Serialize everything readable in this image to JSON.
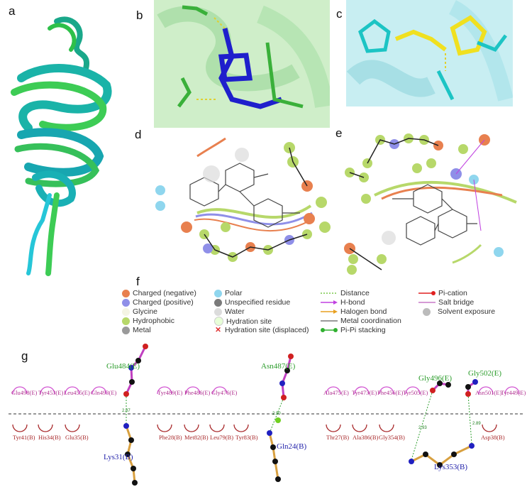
{
  "panels": {
    "a": "a",
    "b": "b",
    "c": "c",
    "d": "d",
    "e": "e",
    "f": "f",
    "g": "g"
  },
  "legend": {
    "col1": [
      "Charged (negative)",
      "Charged (positive)",
      "Glycine",
      "Hydrophobic",
      "Metal"
    ],
    "col2": [
      "Polar",
      "Unspecified residue",
      "Water",
      "Hydration site",
      "Hydration site (displaced)"
    ],
    "col3": [
      "Distance",
      "H-bond",
      "Halogen bond",
      "Metal coordination",
      "Pi-Pi stacking"
    ],
    "col4": [
      "Pi-cation",
      "Salt bridge",
      "Solvent exposure"
    ],
    "colors": {
      "negative": "#e8804f",
      "positive": "#8f8fe8",
      "glycine": "#f4f4e4",
      "hydrophobic": "#b7d86a",
      "metal": "#9a9a9a",
      "polar": "#8fd6ee",
      "unspecified": "#7a7a7a",
      "water": "#dcdcdc",
      "hydration": "#e8ffd8",
      "displaced": "#e03030",
      "distance": "#7ac84a",
      "hbond": "#c040e0",
      "halogen": "#e8a020",
      "metalcoord": "#9a9a9a",
      "pipi": "#30b030",
      "picat": "#e02020",
      "salt": "#c878c8",
      "solvent": "#bbbbbb"
    }
  },
  "panel_g": {
    "top_residues": [
      "Glu498(E)",
      "Tyr453(E)",
      "Leu455(E)",
      "Gln493(E)",
      "Tyr489(E)",
      "Phe486(E)",
      "Gly476(E)",
      "Ala475(E)",
      "Tyr473(E)",
      "Phe456(E)",
      "Tyr505(E)",
      "Asn501(E)",
      "Tyr449(E)"
    ],
    "bottom_residues": [
      "Tyr41(B)",
      "His34(B)",
      "Glu35(B)",
      "Phe28(B)",
      "Met82(B)",
      "Leu79(B)",
      "Tyr83(B)",
      "Thr27(B)",
      "Ala386(B)",
      "Gly354(B)",
      "Asp38(B)"
    ],
    "bonded_top": [
      "Glu484(E)",
      "Asn487(E)",
      "Gly496(E)",
      "Gly502(E)"
    ],
    "bonded_bottom": [
      "Lys31(B)",
      "Gln24(B)",
      "Lys353(B)"
    ],
    "distances": [
      "2.87",
      "2.90",
      "2.93",
      "2.89"
    ]
  }
}
